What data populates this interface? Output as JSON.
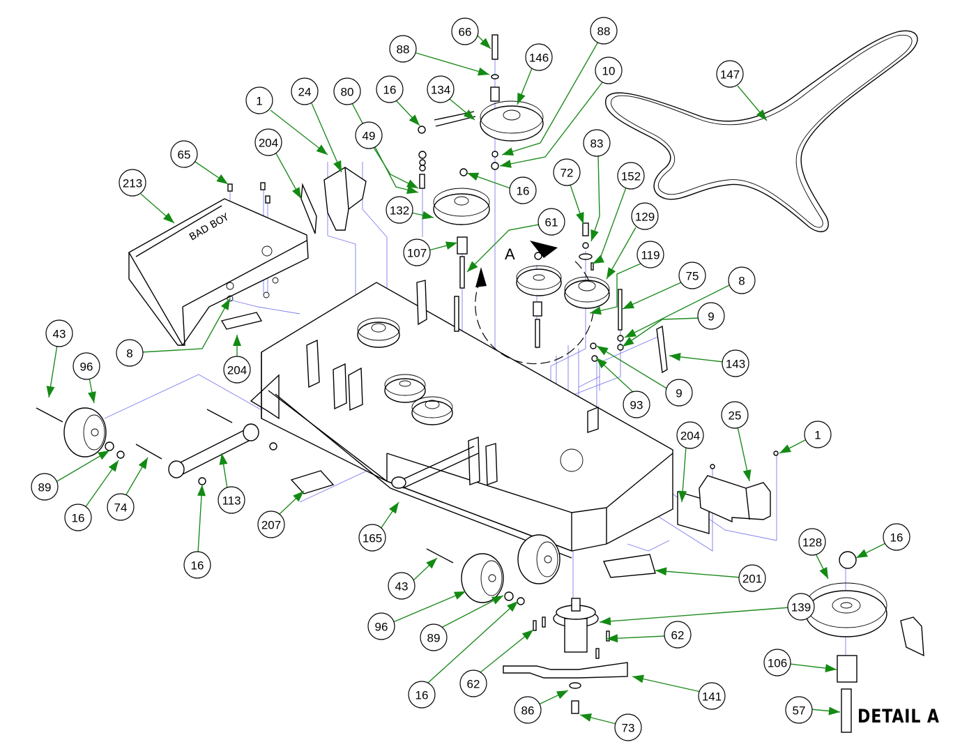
{
  "diagram": {
    "title": "Mower deck exploded parts diagram",
    "detail_label": "DETAIL A",
    "view_marker": "A",
    "colors": {
      "leader": "#1e8a1e",
      "guide_line": "#7b7bf0",
      "outline": "#000000",
      "background": "#ffffff"
    },
    "callouts": [
      {
        "label": "1"
      },
      {
        "label": "24"
      },
      {
        "label": "204"
      },
      {
        "label": "65"
      },
      {
        "label": "213"
      },
      {
        "label": "80"
      },
      {
        "label": "16"
      },
      {
        "label": "134"
      },
      {
        "label": "49"
      },
      {
        "label": "88"
      },
      {
        "label": "66"
      },
      {
        "label": "146"
      },
      {
        "label": "88"
      },
      {
        "label": "10"
      },
      {
        "label": "16"
      },
      {
        "label": "132"
      },
      {
        "label": "107"
      },
      {
        "label": "61"
      },
      {
        "label": "147"
      },
      {
        "label": "83"
      },
      {
        "label": "72"
      },
      {
        "label": "152"
      },
      {
        "label": "129"
      },
      {
        "label": "119"
      },
      {
        "label": "75"
      },
      {
        "label": "8"
      },
      {
        "label": "9"
      },
      {
        "label": "143"
      },
      {
        "label": "9"
      },
      {
        "label": "93"
      },
      {
        "label": "8"
      },
      {
        "label": "204"
      },
      {
        "label": "43"
      },
      {
        "label": "96"
      },
      {
        "label": "89"
      },
      {
        "label": "16"
      },
      {
        "label": "74"
      },
      {
        "label": "113"
      },
      {
        "label": "16"
      },
      {
        "label": "207"
      },
      {
        "label": "165"
      },
      {
        "label": "25"
      },
      {
        "label": "204"
      },
      {
        "label": "1"
      },
      {
        "label": "128"
      },
      {
        "label": "16"
      },
      {
        "label": "201"
      },
      {
        "label": "43"
      },
      {
        "label": "96"
      },
      {
        "label": "89"
      },
      {
        "label": "16"
      },
      {
        "label": "139"
      },
      {
        "label": "62"
      },
      {
        "label": "62"
      },
      {
        "label": "141"
      },
      {
        "label": "86"
      },
      {
        "label": "73"
      },
      {
        "label": "106"
      },
      {
        "label": "57"
      }
    ],
    "parts": [
      {
        "name": "belt",
        "callout": "147"
      },
      {
        "name": "rear-deflector-cover",
        "callout": "213"
      },
      {
        "name": "belt-guard-left",
        "callout": "24"
      },
      {
        "name": "belt-guard-right",
        "callout": "25"
      },
      {
        "name": "idler-pulley-upper",
        "callout": "146"
      },
      {
        "name": "idler-pulley-flat",
        "callout": "132"
      },
      {
        "name": "drive-pulley",
        "callout": "129"
      },
      {
        "name": "extension-spring",
        "callout": "134"
      },
      {
        "name": "deck-shell",
        "callout": "165"
      },
      {
        "name": "anti-scalp-wheel",
        "callout": "96"
      },
      {
        "name": "link-arm",
        "callout": "113"
      },
      {
        "name": "spindle-assembly",
        "callout": "139"
      },
      {
        "name": "blade",
        "callout": "141"
      },
      {
        "name": "detail-pulley",
        "callout": "128"
      },
      {
        "name": "spacer",
        "callout": "106"
      },
      {
        "name": "shaft-pin",
        "callout": "57"
      }
    ]
  }
}
